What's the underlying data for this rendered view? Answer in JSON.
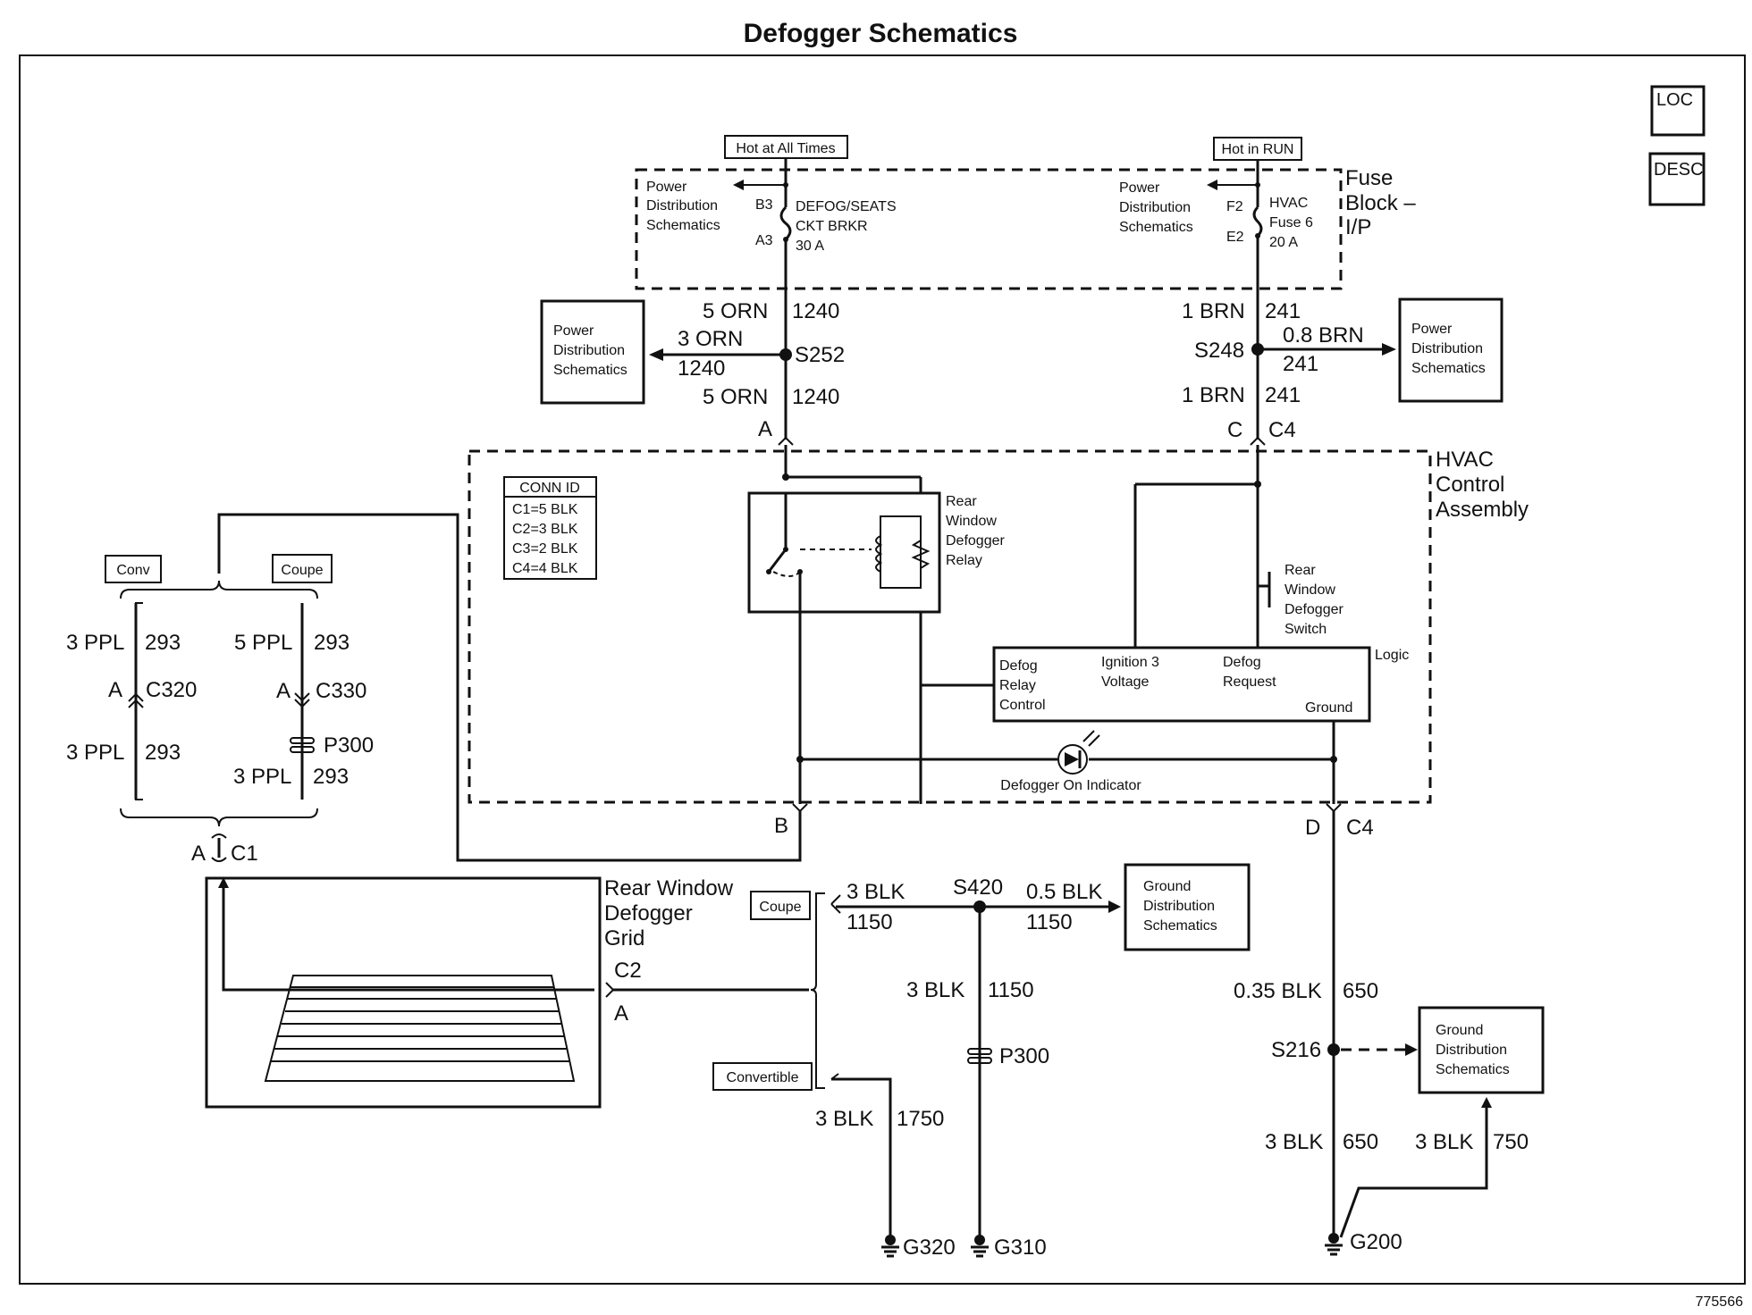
{
  "title": "Defogger Schematics",
  "figure_number": "775566",
  "nav_buttons": {
    "loc": "LOC",
    "desc": "DESC"
  },
  "power": {
    "hot_at_all_times": "Hot at All Times",
    "hot_in_run": "Hot in RUN",
    "fuse_block_label": [
      "Fuse",
      "Block –",
      "I/P"
    ],
    "breaker": {
      "pin_top": "B3",
      "pin_bottom": "A3",
      "label": [
        "DEFOG/SEATS",
        "CKT BRKR",
        "30 A"
      ]
    },
    "fuse": {
      "pin_top": "F2",
      "pin_bottom": "E2",
      "label": [
        "HVAC",
        "Fuse 6",
        "20 A"
      ]
    },
    "pds_left_small": [
      "Power",
      "Distribution",
      "Schematics"
    ],
    "pds_right_small": [
      "Power",
      "Distribution",
      "Schematics"
    ]
  },
  "left_feed": {
    "wire_top": {
      "gauge": "5 ORN",
      "circuit": "1240"
    },
    "branch": {
      "gauge": "3 ORN",
      "circuit": "1240"
    },
    "splice": "S252",
    "wire_bottom": {
      "gauge": "5 ORN",
      "circuit": "1240"
    },
    "connector_pin": "A",
    "box": [
      "Power",
      "Distribution",
      "Schematics"
    ]
  },
  "right_feed": {
    "wire_top": {
      "gauge": "1 BRN",
      "circuit": "241"
    },
    "branch": {
      "gauge": "0.8 BRN",
      "circuit": "241"
    },
    "splice": "S248",
    "wire_bottom": {
      "gauge": "1 BRN",
      "circuit": "241"
    },
    "connector_pin": "C",
    "connector": "C4",
    "box": [
      "Power",
      "Distribution",
      "Schematics"
    ]
  },
  "hvac": {
    "label": [
      "HVAC",
      "Control",
      "Assembly"
    ],
    "conn_id": {
      "header": "CONN ID",
      "rows": [
        "C1=5 BLK",
        "C2=3 BLK",
        "C3=2 BLK",
        "C4=4 BLK"
      ]
    },
    "relay_label": [
      "Rear",
      "Window",
      "Defogger",
      "Relay"
    ],
    "switch_label": [
      "Rear",
      "Window",
      "Defogger",
      "Switch"
    ],
    "logic_label": "Logic",
    "logic_box": {
      "defog_relay_control": [
        "Defog",
        "Relay",
        "Control"
      ],
      "ignition3_voltage": [
        "Ignition 3",
        "Voltage"
      ],
      "defog_request": [
        "Defog",
        "Request"
      ],
      "ground": "Ground"
    },
    "indicator_label": "Defogger On Indicator",
    "pin_b": "B",
    "pin_d": "D",
    "connector_bottom": "C4"
  },
  "left_branch": {
    "conv_label": "Conv",
    "coupe_label": "Coupe",
    "conv_top": {
      "gauge": "3 PPL",
      "circuit": "293"
    },
    "conv_conn_pin": "A",
    "conv_conn": "C320",
    "conv_bottom": {
      "gauge": "3 PPL",
      "circuit": "293"
    },
    "coupe_top": {
      "gauge": "5 PPL",
      "circuit": "293"
    },
    "coupe_conn_pin": "A",
    "coupe_conn": "C330",
    "coupe_splice": "P300",
    "coupe_bottom": {
      "gauge": "3 PPL",
      "circuit": "293"
    },
    "c1_pin": "A",
    "c1": "C1"
  },
  "grid": {
    "label": [
      "Rear Window",
      "Defogger",
      "Grid"
    ],
    "c2": "C2",
    "c2_pin": "A"
  },
  "ground": {
    "coupe_label": "Coupe",
    "convertible_label": "Convertible",
    "coupe_wire": {
      "gauge": "3 BLK",
      "circuit": "1150"
    },
    "splice": "S420",
    "branch": {
      "gauge": "0.5 BLK",
      "circuit": "1150"
    },
    "gds_box_top": [
      "Ground",
      "Distribution",
      "Schematics"
    ],
    "down_wire": {
      "gauge": "3 BLK",
      "circuit": "1150"
    },
    "p300": "P300",
    "conv_wire": {
      "gauge": "3 BLK",
      "circuit": "1750"
    },
    "g320": "G320",
    "g310": "G310",
    "right_wire": {
      "gauge": "0.35 BLK",
      "circuit": "650"
    },
    "s216": "S216",
    "gds_box_right": [
      "Ground",
      "Distribution",
      "Schematics"
    ],
    "right_down": {
      "gauge": "3 BLK",
      "circuit": "650"
    },
    "right_750": {
      "gauge": "3 BLK",
      "circuit": "750"
    },
    "g200": "G200"
  }
}
